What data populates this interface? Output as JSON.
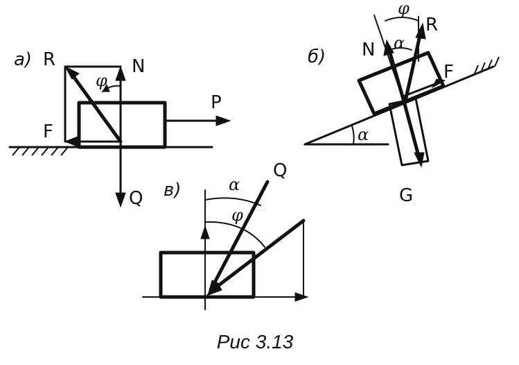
{
  "caption": "Рис 3.13",
  "panel_a": {
    "label": "а)",
    "R": "R",
    "N": "N",
    "P": "P",
    "F": "F",
    "Q": "Q",
    "phi": "φ"
  },
  "panel_b": {
    "label": "б)",
    "phi": "φ",
    "R": "R",
    "N": "N",
    "alpha_top": "α",
    "F": "F",
    "alpha_base": "α",
    "G": "G"
  },
  "panel_v": {
    "label": "в)",
    "alpha": "α",
    "Q": "Q",
    "phi": "φ"
  }
}
